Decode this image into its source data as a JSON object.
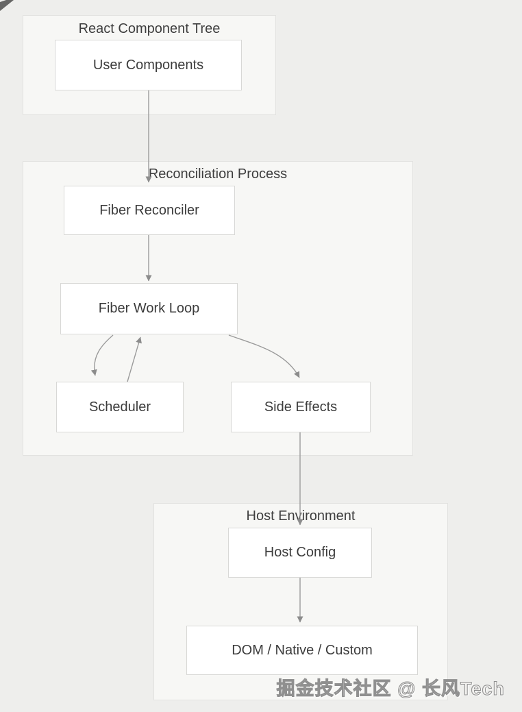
{
  "page": {
    "background": "#eeeeec",
    "watermark": "掘金技术社区 @ 长风Tech"
  },
  "colors": {
    "group_background": "#f7f7f5",
    "group_border": "#e2e2e0",
    "node_background": "#ffffff",
    "node_border": "#d8d8d6",
    "edge_stroke": "#9b9b9b",
    "arrowhead_fill": "#8c8c8c",
    "text": "#3c3c3c"
  },
  "diagram": {
    "groups": [
      {
        "id": "react-component-tree",
        "title": "React Component Tree",
        "nodes": [
          {
            "id": "user-components",
            "label": "User Components"
          }
        ]
      },
      {
        "id": "reconciliation-process",
        "title": "Reconciliation Process",
        "nodes": [
          {
            "id": "fiber-reconciler",
            "label": "Fiber Reconciler"
          },
          {
            "id": "fiber-work-loop",
            "label": "Fiber Work Loop"
          },
          {
            "id": "scheduler",
            "label": "Scheduler"
          },
          {
            "id": "side-effects",
            "label": "Side Effects"
          }
        ]
      },
      {
        "id": "host-environment",
        "title": "Host Environment",
        "nodes": [
          {
            "id": "host-config",
            "label": "Host Config"
          },
          {
            "id": "dom-native-custom",
            "label": "DOM / Native / Custom"
          }
        ]
      }
    ],
    "edges": [
      {
        "from": "user-components",
        "to": "fiber-reconciler"
      },
      {
        "from": "fiber-reconciler",
        "to": "fiber-work-loop"
      },
      {
        "from": "fiber-work-loop",
        "to": "scheduler"
      },
      {
        "from": "scheduler",
        "to": "fiber-work-loop"
      },
      {
        "from": "fiber-work-loop",
        "to": "side-effects"
      },
      {
        "from": "side-effects",
        "to": "host-config"
      },
      {
        "from": "host-config",
        "to": "dom-native-custom"
      }
    ]
  }
}
